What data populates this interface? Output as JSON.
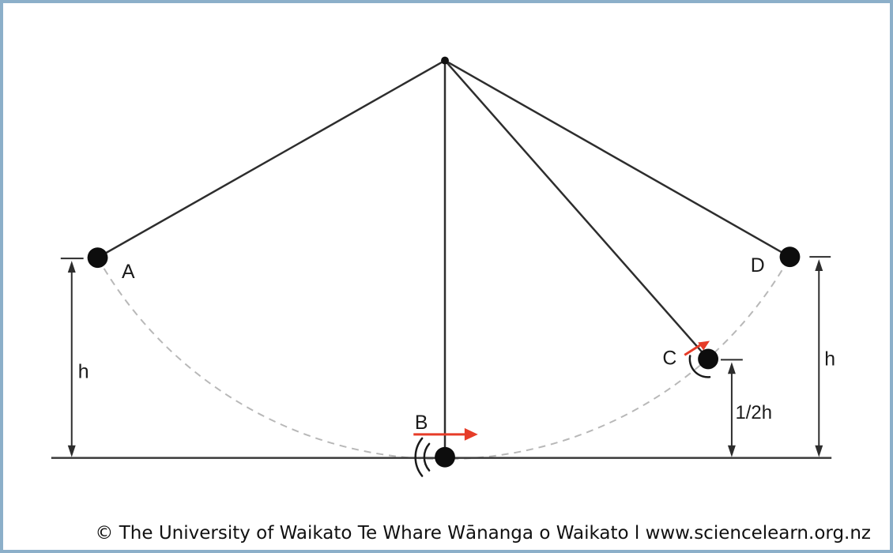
{
  "diagram": {
    "type": "pendulum-energy-diagram",
    "labels": {
      "position_a": "A",
      "position_b": "B",
      "position_c": "C",
      "position_d": "D",
      "height_left": "h",
      "height_right": "h",
      "height_half": "1/2h"
    },
    "colors": {
      "frame_border": "#8cafc9",
      "line": "#2d2d2d",
      "swing_path_dashed": "#b8b8b8",
      "velocity_arrow_red": "#e63c28",
      "bob_fill": "#0d0d0d"
    }
  },
  "footer": {
    "credit": "© The University of Waikato Te Whare Wānanga o Waikato l www.sciencelearn.org.nz"
  }
}
